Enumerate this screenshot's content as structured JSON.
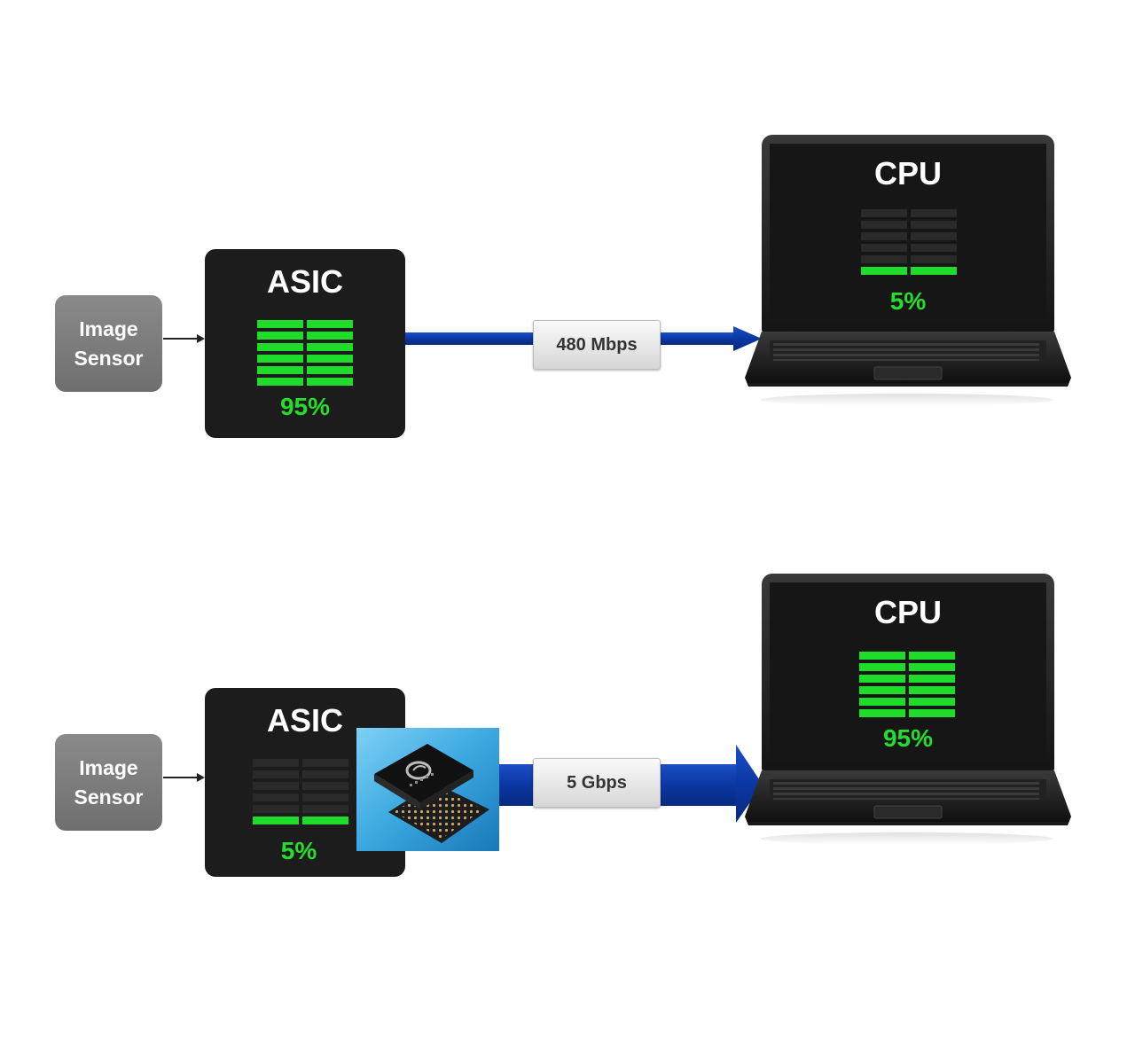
{
  "colors": {
    "asic_bg": "#1c1c1c",
    "meter_green": "#1fdc2a",
    "meter_off": "#2a2a2a",
    "pipe_blue": "#0a3aa6",
    "sensor_gray": "#7d7d7d",
    "chip_bg_blue": "#3aa8e0"
  },
  "icons": {
    "arrow": "small-black-arrow",
    "laptop": "laptop-icon",
    "chip": "chip-photo-icon"
  },
  "top": {
    "sensor": {
      "line1": "Image",
      "line2": "Sensor"
    },
    "asic": {
      "title": "ASIC",
      "load_percent": 95,
      "load_label": "95%"
    },
    "link": {
      "label": "480 Mbps"
    },
    "cpu": {
      "title": "CPU",
      "load_percent": 5,
      "load_label": "5%"
    }
  },
  "bottom": {
    "sensor": {
      "line1": "Image",
      "line2": "Sensor"
    },
    "asic": {
      "title": "ASIC",
      "load_percent": 5,
      "load_label": "5%"
    },
    "link": {
      "label": "5 Gbps"
    },
    "cpu": {
      "title": "CPU",
      "load_percent": 95,
      "load_label": "95%"
    }
  }
}
